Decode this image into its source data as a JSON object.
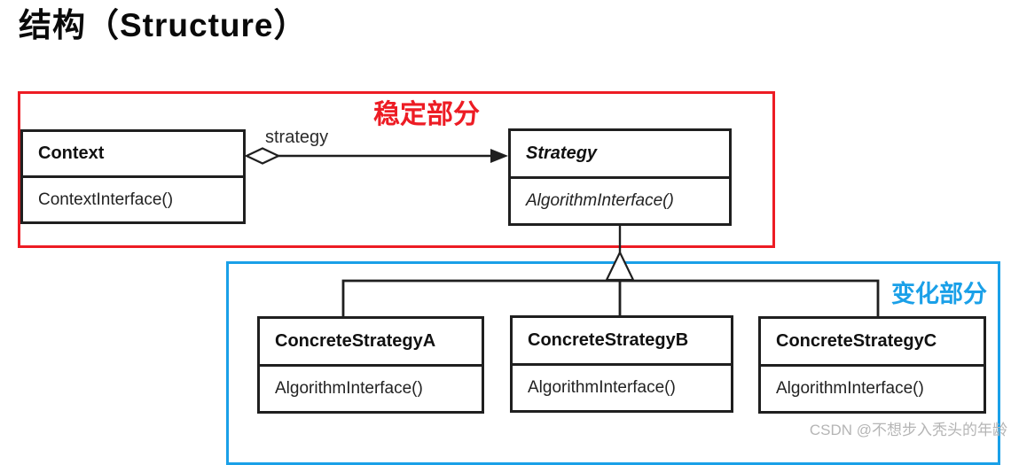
{
  "page_title": "结构（Structure）",
  "regions": {
    "stable": {
      "label": "稳定部分",
      "color": "#ed1c24"
    },
    "variable": {
      "label": "变化部分",
      "color": "#1aa0e8"
    }
  },
  "association": {
    "label": "strategy"
  },
  "classes": [
    {
      "id": "context",
      "name": "Context",
      "method": "ContextInterface()"
    },
    {
      "id": "strategy",
      "name": "Strategy",
      "method": "AlgorithmInterface()"
    },
    {
      "id": "concrete-strategy-a",
      "name": "ConcreteStrategyA",
      "method": "AlgorithmInterface()"
    },
    {
      "id": "concrete-strategy-b",
      "name": "ConcreteStrategyB",
      "method": "AlgorithmInterface()"
    },
    {
      "id": "concrete-strategy-c",
      "name": "ConcreteStrategyC",
      "method": "AlgorithmInterface()"
    }
  ],
  "watermark": "CSDN @不想步入秃头的年龄",
  "colors": {
    "stable": "#ed1c24",
    "variable": "#1aa0e8",
    "line": "#1f1f1f",
    "watermark": "#b5b5b5"
  }
}
